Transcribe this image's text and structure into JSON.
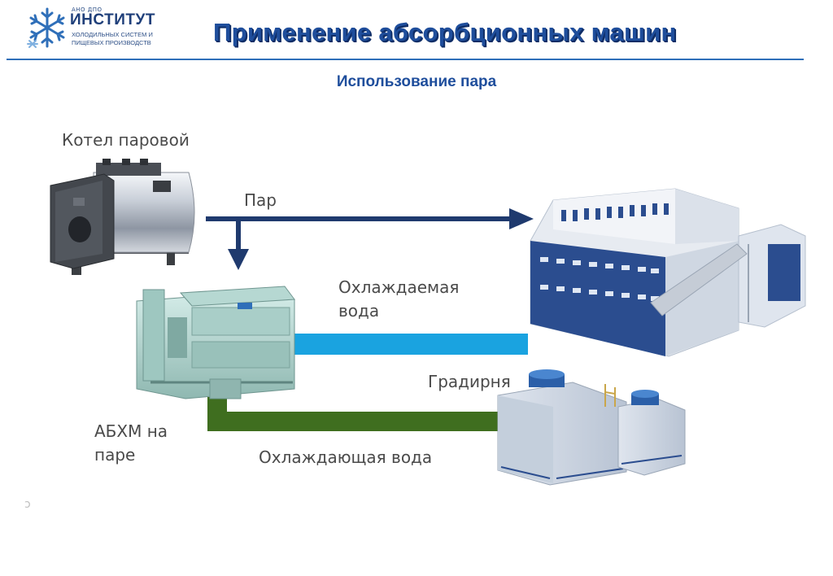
{
  "header": {
    "logo": {
      "small_text": "АНО ДПО",
      "main_text": "ИНСТИТУТ",
      "sub_line1": "ХОЛОДИЛЬНЫХ СИСТЕМ И",
      "sub_line2": "ПИЩЕВЫХ ПРОИЗВОДСТВ"
    },
    "title": "Применение абсорбционных машин"
  },
  "subtitle": "Использование пара",
  "diagram": {
    "labels": {
      "boiler": "Котел паровой",
      "steam": "Пар",
      "chilled_water_1": "Охлаждаемая",
      "chilled_water_2": "вода",
      "cooling_tower": "Градирня",
      "absorption_chiller_1": "АБХМ на",
      "absorption_chiller_2": "паре",
      "cooling_water": "Охлаждающая вода"
    },
    "colors": {
      "steam_line": "#1f3a6e",
      "chilled_water_line": "#1aa3e0",
      "cooling_water_line": "#3f6e1f",
      "brand": "#1f4e9c"
    }
  },
  "edge_mark": "ɔ"
}
